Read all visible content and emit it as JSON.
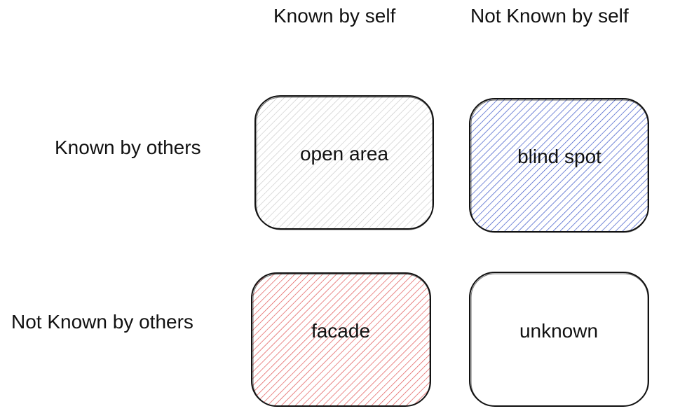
{
  "columns": [
    "Known by self",
    "Not Known by self"
  ],
  "rows": [
    "Known by others",
    "Not Known by others"
  ],
  "quadrants": [
    {
      "label": "open area",
      "hatch_color": "#c8c8c8"
    },
    {
      "label": "blind spot",
      "hatch_color": "#3a55c8"
    },
    {
      "label": "facade",
      "hatch_color": "#e05555"
    },
    {
      "label": "unknown",
      "hatch_color": "none"
    }
  ]
}
